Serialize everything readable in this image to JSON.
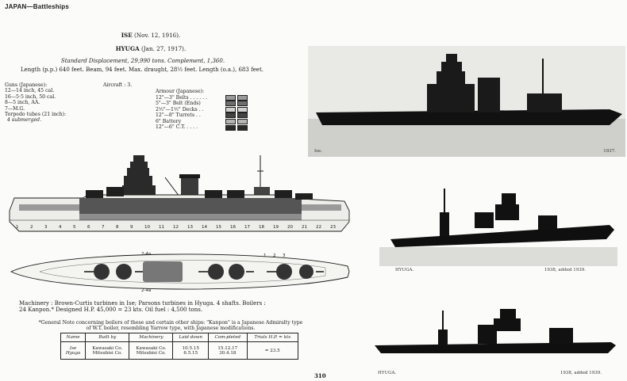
{
  "header": "JAPAN—Battleships",
  "ships": [
    {
      "name": "ISE",
      "date": "(Nov. 12, 1916)."
    },
    {
      "name": "HYUGA",
      "date": "(Jan. 27, 1917)."
    }
  ],
  "displacement": "Standard Displacement, 29,990 tons.   Complement, 1,360.",
  "dimensions": "Length (p.p.) 640 feet.  Beam, 94 feet.  Max. draught, 28½ feet.  Length (o.a.), 683 feet.",
  "guns": {
    "title": "Guns (Japanese):",
    "items": [
      "12—14 inch, 45 cal.",
      "16—5·5 inch, 50 cal.",
      "8—5 inch, AA.",
      "7—M.G."
    ],
    "torpedo_title": "Torpedo tubes (21 inch):",
    "torpedo": "4 submerged."
  },
  "aircraft": "Aircraft : 3.",
  "armour": {
    "title": "Armour (Japanese):",
    "items": [
      {
        "label": "12\"—3\" Belts . . . . . .",
        "color": "#9a9a9a"
      },
      {
        "label": "5\"—3\" Belt (Ends)",
        "color": "#6e6e6e"
      },
      {
        "label": "2½\"—1½\" Decks . .",
        "color": "#d0d0d0"
      },
      {
        "label": "12\"—8\" Turrets . .",
        "color": "#444444"
      },
      {
        "label": "6\" Battery",
        "color": "#b5b5b5"
      },
      {
        "label": "12\"—6\" C.T. . . . .",
        "color": "#2b2b2b"
      }
    ]
  },
  "profile_numbers": [
    "1",
    "2",
    "3",
    "4",
    "5",
    "6",
    "7",
    "8",
    "9",
    "10",
    "11",
    "12",
    "13",
    "14",
    "15",
    "16",
    "17",
    "18",
    "19",
    "20",
    "21",
    "22",
    "23"
  ],
  "plan_labels": [
    "2-4a",
    "2-4a",
    "1",
    "2",
    "3"
  ],
  "machinery": {
    "line1": "Machinery : Brown-Curtis turbines in Ise; Parsons turbines in Hyuga.  4 shafts.  Boilers :",
    "line2": "24 Kanpon.*  Designed H.P. 45,000 = 23 kts.  Oil fuel : 4,500 tons."
  },
  "general_note": {
    "line1": "*General Note concerning boilers of these and certain other ships: \"Kanpon\" is a Japanese Admiralty type",
    "line2": "of W.T. boiler, resembling Yarrow type, with Japanese modifications."
  },
  "table": {
    "headers": [
      "Name",
      "Built by",
      "Machinery",
      "Laid down",
      "Com-pleted",
      "Trials H.P. = kts"
    ],
    "rows": [
      {
        "name": "Ise\nHyuga",
        "built": "Kawasaki Co.\nMitsubisi Co.",
        "machinery": "Kawasaki Co.\nMitsubisi Co.",
        "laid": "10.5.15\n6.5.15",
        "completed": "15.12.17\n30.4.18",
        "trials": "= 23.5"
      }
    ]
  },
  "page_number": "310",
  "photos": [
    {
      "caption_left": "Ise.",
      "caption_right": "1937."
    },
    {
      "caption_left": "HYUGA.",
      "caption_right": "1938, added 1939."
    },
    {
      "caption_left": "HYUGA.",
      "caption_right": "1938, added 1939."
    }
  ]
}
